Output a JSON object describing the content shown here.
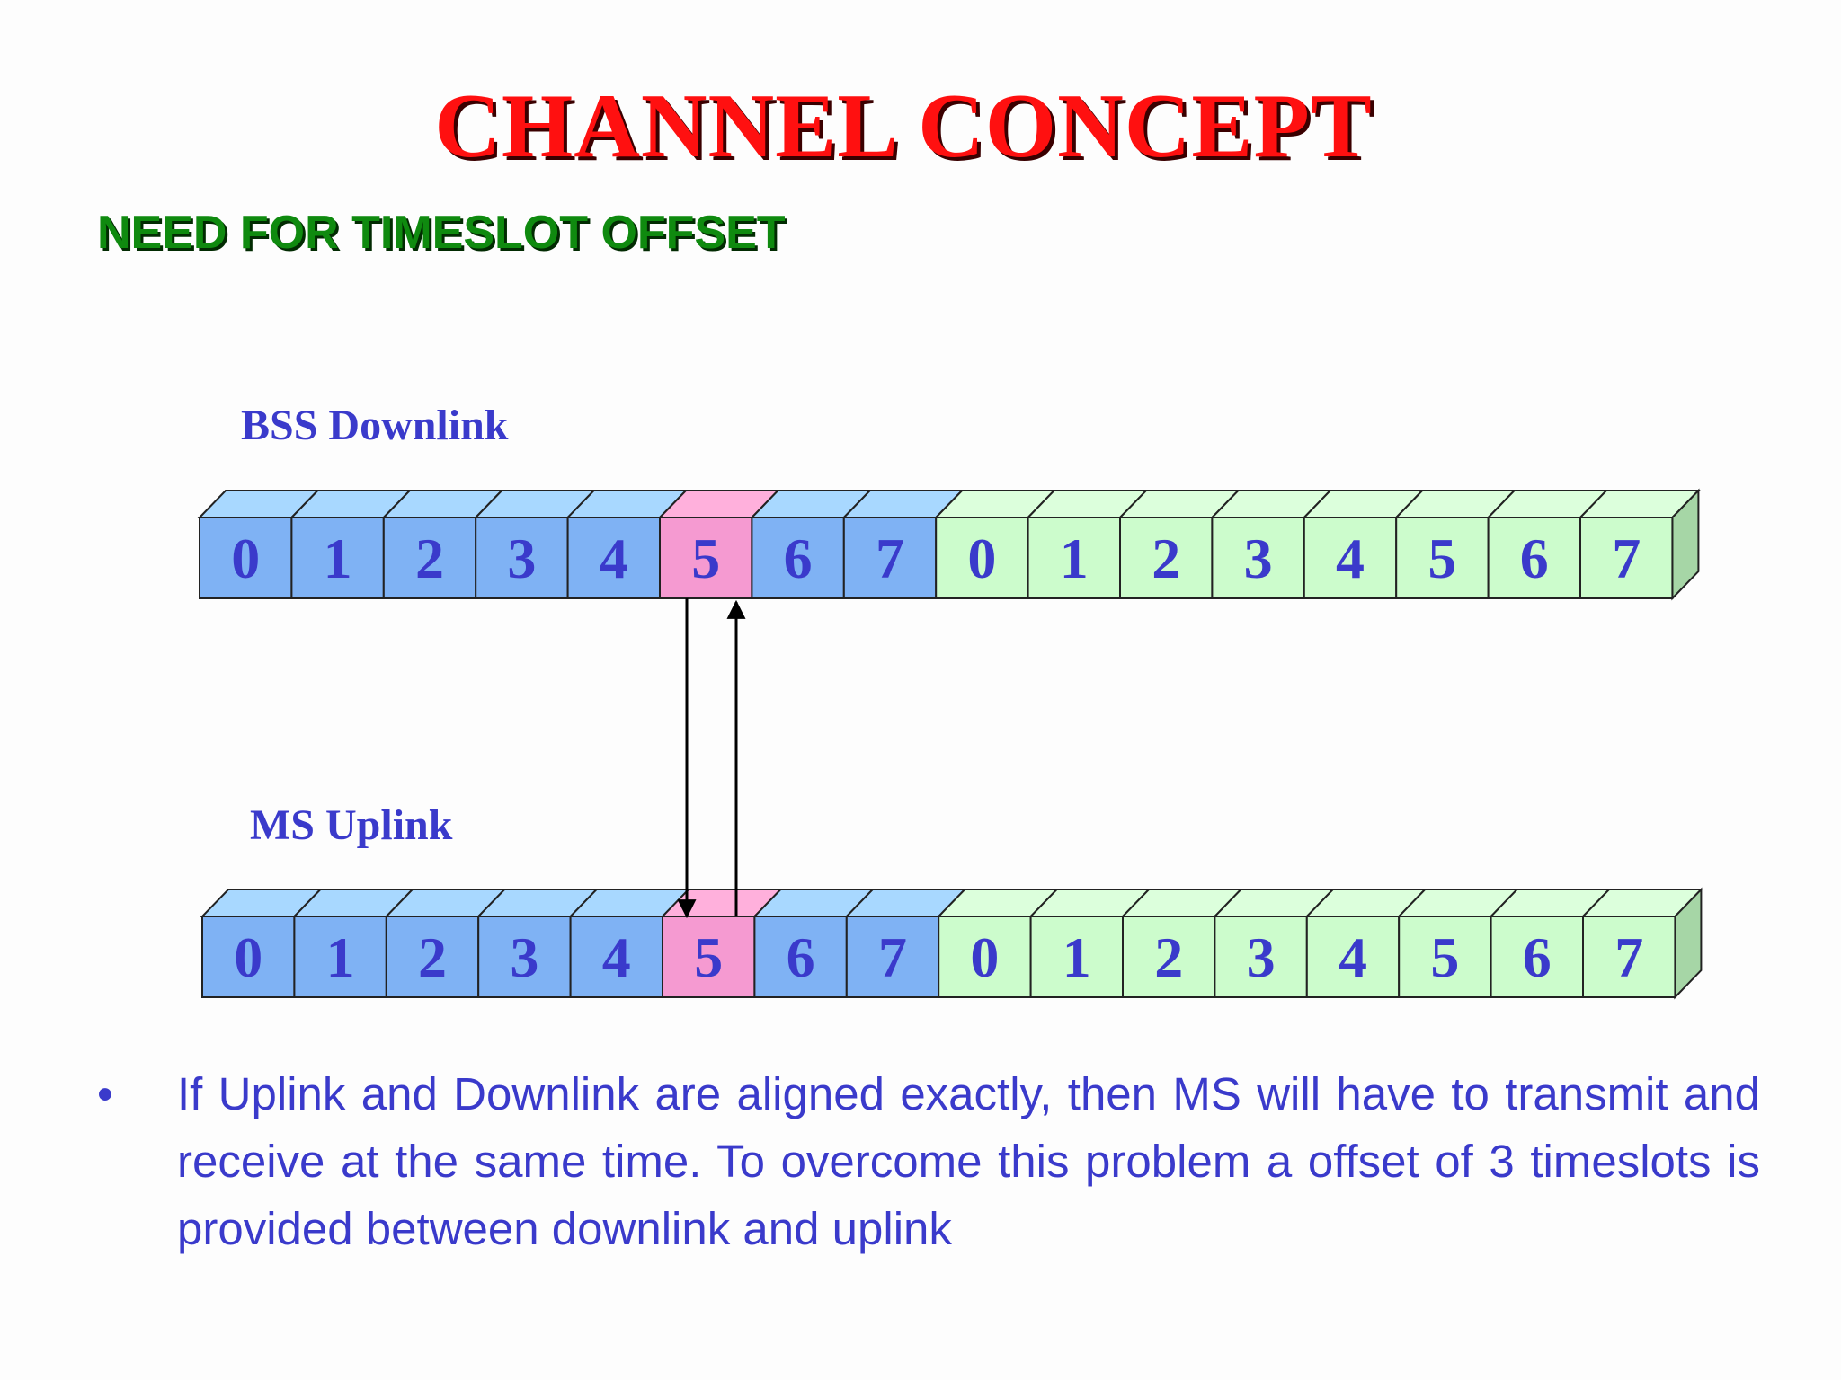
{
  "title": "CHANNEL CONCEPT",
  "subtitle": "NEED FOR TIMESLOT OFFSET",
  "downlink": {
    "label": "BSS Downlink",
    "slots": [
      "0",
      "1",
      "2",
      "3",
      "4",
      "5",
      "6",
      "7",
      "0",
      "1",
      "2",
      "3",
      "4",
      "5",
      "6",
      "7"
    ],
    "highlight_index": 5
  },
  "uplink": {
    "label": "MS Uplink",
    "slots": [
      "0",
      "1",
      "2",
      "3",
      "4",
      "5",
      "6",
      "7",
      "0",
      "1",
      "2",
      "3",
      "4",
      "5",
      "6",
      "7"
    ],
    "highlight_index": 5
  },
  "colors": {
    "frame1_fill": "#7fb2f4",
    "frame1_top": "#a8d8ff",
    "frame2_fill": "#ccfccc",
    "frame2_top": "#dcffdc",
    "highlight_fill": "#f59ad1",
    "highlight_top": "#ffb0dc",
    "end_cap": "#a6d6a6",
    "digit": "#3a3acb"
  },
  "bullet": {
    "symbol": "•",
    "text": "If Uplink and Downlink are aligned exactly, then MS will have to transmit and receive at the same time. To overcome this problem a offset of 3 timeslots is provided between downlink and uplink"
  }
}
